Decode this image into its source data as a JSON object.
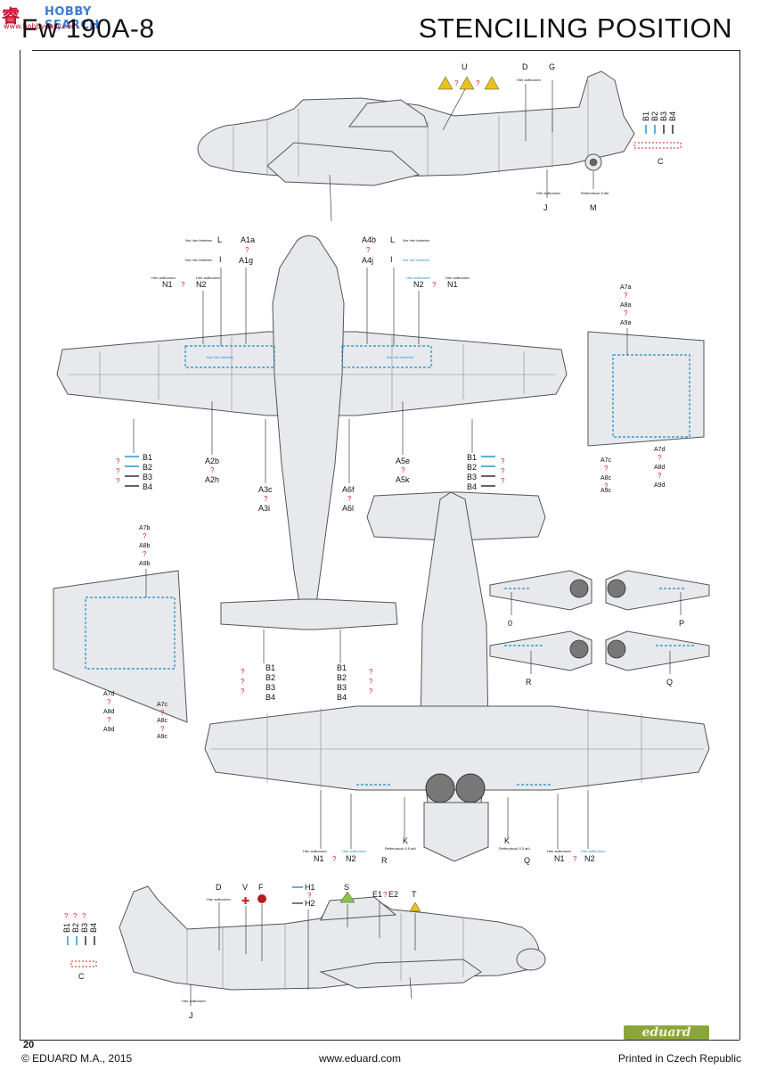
{
  "header": {
    "watermark_logo": "睿",
    "watermark_title": "HOBBY SEARCH",
    "watermark_url": "www.hobbyeasy.com",
    "model": "Fw 190A-8",
    "section": "STENCILING POSITION"
  },
  "colors": {
    "airframe": "#e7e9ec",
    "panel_line": "#555555",
    "stencil_blue": "#1d8fc9",
    "stencil_red": "#d42020",
    "question": "#d42020",
    "logo_green": "#8aa63a"
  },
  "upper_side_view": {
    "callouts": [
      "U",
      "D",
      "G",
      "J",
      "M",
      "C"
    ],
    "stencil_D": "Hier aufbocken",
    "stencil_J": "Hier aufbocken",
    "stencil_M": "Reifendruck 5 atü",
    "tail_codes": [
      "B1",
      "B2",
      "B3",
      "B4"
    ],
    "q": "?"
  },
  "top_view": {
    "left": {
      "L": "L",
      "L_text": "Nur hier betreten",
      "I": "I",
      "I_text": "Nur hier betreten",
      "A1a": "A1a",
      "A1g": "A1g",
      "N1": "N1",
      "N1_text": "Hier aufbocken",
      "N2": "N2",
      "N2_text": "Hier aufbocken",
      "A2b": "A2b",
      "A2h": "A2h",
      "A3c": "A3c",
      "A3i": "A3i",
      "B": [
        "B1",
        "B2",
        "B3",
        "B4"
      ]
    },
    "right": {
      "A4b": "A4b",
      "A4j": "A4j",
      "L": "L",
      "L_text": "Nur hier betreten",
      "I": "I",
      "I_text": "Nur hier betreten",
      "N2": "N2",
      "N2_text": "Hier aufbocken",
      "N1": "N1",
      "N1_text": "Hier aufbocken",
      "A5e": "A5e",
      "A5k": "A5k",
      "A6f": "A6f",
      "A6l": "A6l",
      "B": [
        "B1",
        "B2",
        "B3",
        "B4"
      ]
    },
    "inner_stencil": "Nur hier betreten",
    "stab_B": [
      "B1",
      "B2",
      "B3",
      "B4"
    ]
  },
  "right_flap_detail": {
    "top": [
      "A7a",
      "A8a",
      "A9a"
    ],
    "left": [
      "A7c",
      "A8c",
      "A9c"
    ],
    "right": [
      "A7d",
      "A8d",
      "A9d"
    ]
  },
  "left_flap_detail": {
    "top": [
      "A7b",
      "A8b",
      "A9b"
    ],
    "left": [
      "A7d",
      "A8d",
      "A9d"
    ],
    "right": [
      "A7c",
      "A8c",
      "A9c"
    ]
  },
  "gear_doors": {
    "upper_left": "0",
    "upper_right": "P",
    "lower_left": "R",
    "lower_right": "Q"
  },
  "bottom_view": {
    "N1": "N1",
    "N1_text": "Hier aufbocken",
    "N2": "N2",
    "N2_text": "Hier aufbocken",
    "K": "K",
    "K_text": "Reifendruck 5.5 atü",
    "R": "R",
    "Q": "Q"
  },
  "lower_side_view": {
    "D": "D",
    "V": "V",
    "F": "F",
    "H1": "H1",
    "H2": "H2",
    "S": "S",
    "E1": "E1",
    "E2": "E2",
    "T": "T",
    "C": "C",
    "J": "J",
    "tail_codes": [
      "B1",
      "B2",
      "B3",
      "B4"
    ],
    "stencil_text": "Hier aufbocken"
  },
  "footer": {
    "page": "20",
    "copyright": "© EDUARD M.A., 2015",
    "website": "www.eduard.com",
    "printed": "Printed in Czech Republic",
    "logo": "eduard"
  }
}
